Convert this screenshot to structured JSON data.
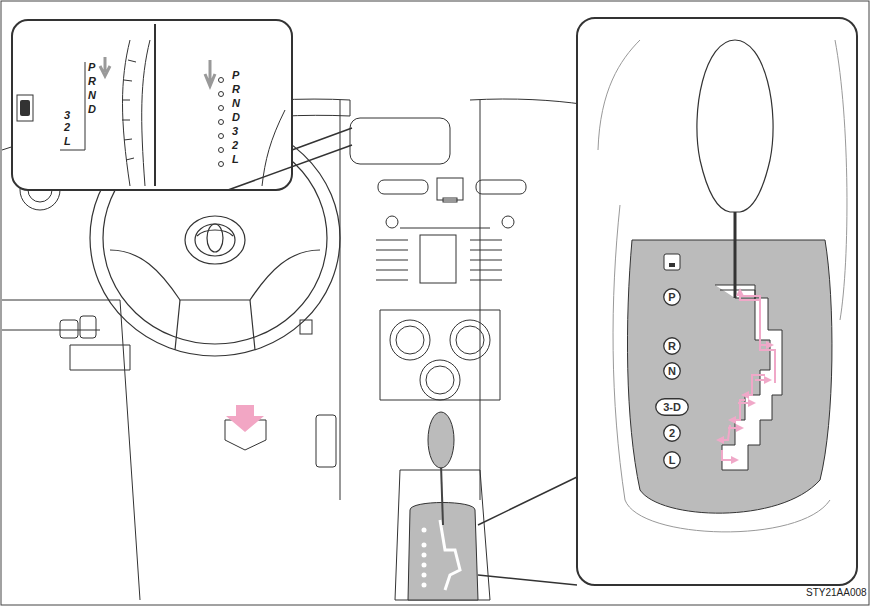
{
  "diagram": {
    "nodes": [
      {
        "text": [
          "P"
        ]
      },
      {
        "text": [
          "R"
        ]
      },
      {
        "text": [
          "N"
        ]
      },
      {
        "text": [
          "3-D"
        ]
      },
      {
        "text": [
          "2"
        ]
      },
      {
        "text": [
          "L"
        ]
      }
    ],
    "labels": [
      "P",
      "R",
      "N",
      "D",
      "3",
      "2",
      "L",
      "P",
      "R",
      "N",
      "D",
      "3",
      "2",
      "L",
      "STY21AA008"
    ]
  }
}
